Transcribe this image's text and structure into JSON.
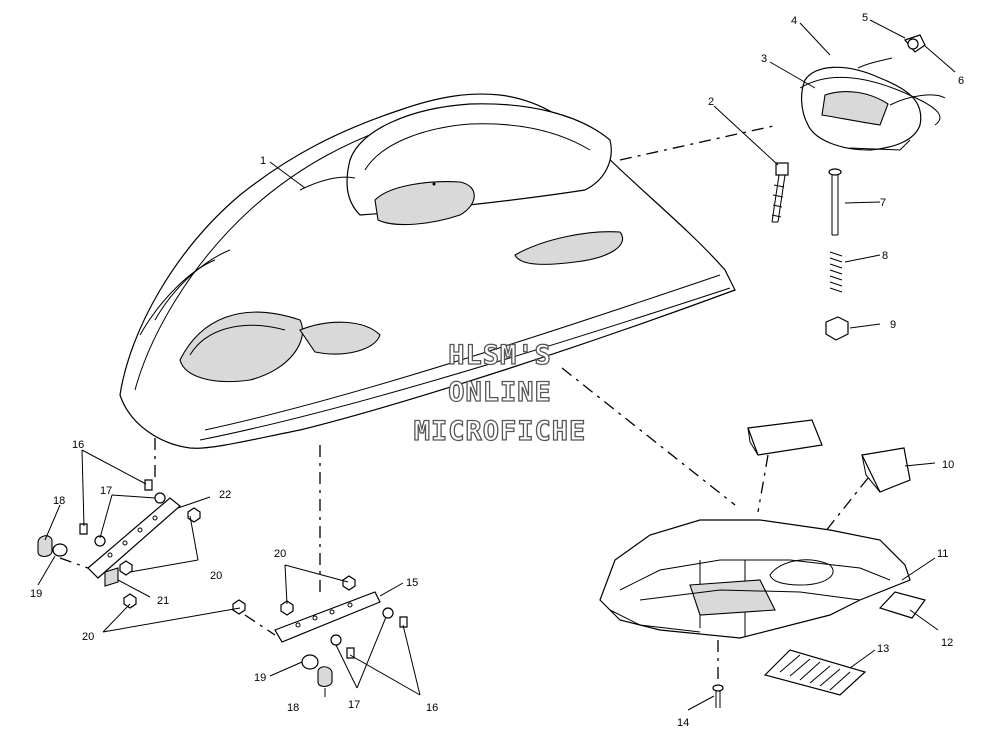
{
  "diagram": {
    "watermark": [
      "HLSM'S",
      "ONLINE",
      "MICROFICHE"
    ],
    "callouts": {
      "c1": "1",
      "c2": "2",
      "c3": "3",
      "c4": "4",
      "c5": "5",
      "c6": "6",
      "c7": "7",
      "c8": "8",
      "c9": "9",
      "c10": "10",
      "c11": "11",
      "c12": "12",
      "c13": "13",
      "c14": "14",
      "c15": "15",
      "c16a": "16",
      "c16b": "16",
      "c17a": "17",
      "c17b": "17",
      "c18a": "18",
      "c18b": "18",
      "c19a": "19",
      "c19b": "19",
      "c20a": "20",
      "c20b": "20",
      "c20c": "20",
      "c21": "21",
      "c22": "22"
    }
  }
}
